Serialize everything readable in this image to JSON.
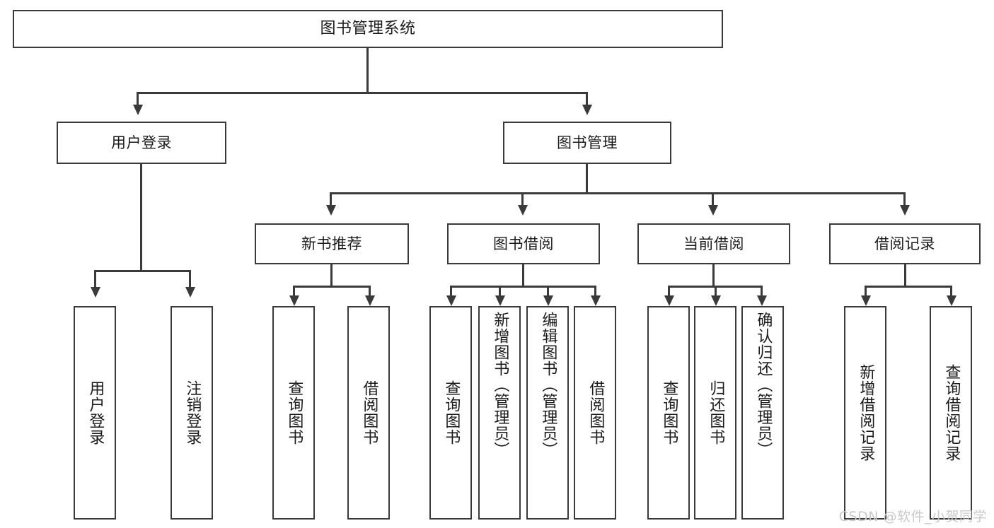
{
  "diagram": {
    "type": "tree",
    "title": "图书管理系统",
    "watermark": "CSDN @软件_小贺同学",
    "colors": {
      "stroke": "#3a3a3a",
      "fill": "#ffffff",
      "text": "#1b1b1b",
      "watermark": "#c9c9c9"
    },
    "levels": {
      "root": {
        "label": "图书管理系统"
      },
      "level2": [
        {
          "label": "用户登录"
        },
        {
          "label": "图书管理"
        }
      ],
      "level3": [
        {
          "label": "新书推荐"
        },
        {
          "label": "图书借阅"
        },
        {
          "label": "当前借阅"
        },
        {
          "label": "借阅记录"
        }
      ],
      "leaves": {
        "user_login": [
          {
            "label": "用户登录"
          },
          {
            "label": "注销登录"
          }
        ],
        "new_book_recommend": [
          {
            "label": "查询图书"
          },
          {
            "label": "借阅图书"
          }
        ],
        "book_borrow": [
          {
            "label": "查询图书"
          },
          {
            "label": "新增图书（管理员）"
          },
          {
            "label": "编辑图书（管理员）"
          },
          {
            "label": "借阅图书"
          }
        ],
        "current_borrow": [
          {
            "label": "查询图书"
          },
          {
            "label": "归还图书"
          },
          {
            "label": "确认归还（管理员）"
          }
        ],
        "borrow_record": [
          {
            "label": "新增借阅记录"
          },
          {
            "label": "查询借阅记录"
          }
        ]
      }
    }
  }
}
